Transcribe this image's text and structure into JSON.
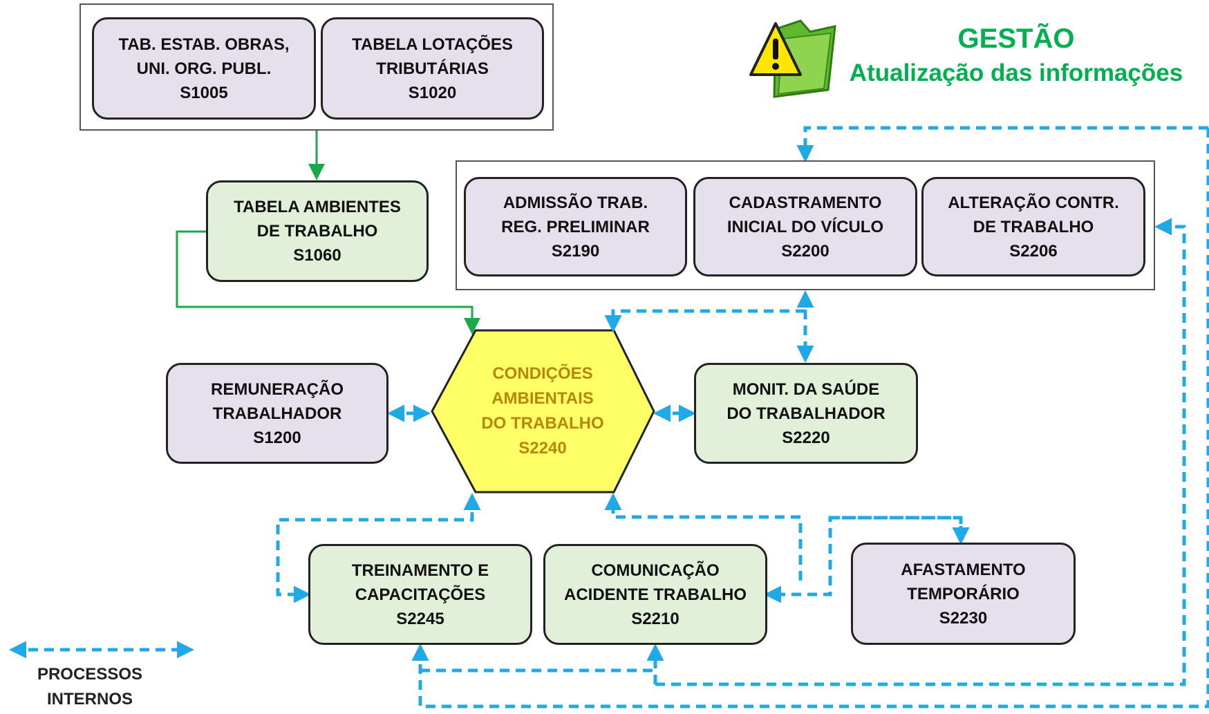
{
  "header": {
    "title": "GESTÃO",
    "subtitle": "Atualização das informações",
    "icon": "warning-folder-icon"
  },
  "nodes": {
    "s1005": {
      "lines": [
        "TAB. ESTAB. OBRAS,",
        "UNI. ORG. PUBL.",
        "S1005"
      ],
      "color": "#e6e0ec"
    },
    "s1020": {
      "lines": [
        "TABELA LOTAÇÕES",
        "TRIBUTÁRIAS",
        "S1020"
      ],
      "color": "#e6e0ec"
    },
    "s1060": {
      "lines": [
        "TABELA AMBIENTES",
        "DE TRABALHO",
        "S1060"
      ],
      "color": "#e2f0d9"
    },
    "s2190": {
      "lines": [
        "ADMISSÃO TRAB.",
        "REG. PRELIMINAR",
        "S2190"
      ],
      "color": "#e6e0ec"
    },
    "s2200": {
      "lines": [
        "CADASTRAMENTO",
        "INICIAL DO VÍCULO",
        "S2200"
      ],
      "color": "#e6e0ec"
    },
    "s2206": {
      "lines": [
        "ALTERAÇÃO CONTR.",
        "DE TRABALHO",
        "S2206"
      ],
      "color": "#e6e0ec"
    },
    "s2240": {
      "lines": [
        "CONDIÇÕES",
        "AMBIENTAIS",
        "DO TRABALHO",
        "S2240"
      ],
      "color": "#ffff66"
    },
    "s1200": {
      "lines": [
        "REMUNERAÇÃO",
        "TRABALHADOR",
        "S1200"
      ],
      "color": "#e6e0ec"
    },
    "s2220": {
      "lines": [
        "MONIT. DA SAÚDE",
        "DO TRABALHADOR",
        "S2220"
      ],
      "color": "#e2f0d9"
    },
    "s2245": {
      "lines": [
        "TREINAMENTO E",
        "CAPACITAÇÕES",
        "S2245"
      ],
      "color": "#e2f0d9"
    },
    "s2210": {
      "lines": [
        "COMUNICAÇÃO",
        "ACIDENTE TRABALHO",
        "S2210"
      ],
      "color": "#e2f0d9"
    },
    "s2230": {
      "lines": [
        "AFASTAMENTO",
        "TEMPORÁRIO",
        "S2230"
      ],
      "color": "#e6e0ec"
    }
  },
  "legend": {
    "lines": [
      "PROCESSOS",
      "INTERNOS"
    ],
    "arrow_color": "#1fa9e6"
  },
  "colors": {
    "solid_link": "#1aa84a",
    "dashed_link": "#1fa9e6",
    "title": "#00b050",
    "hex_text": "#b8860b"
  }
}
